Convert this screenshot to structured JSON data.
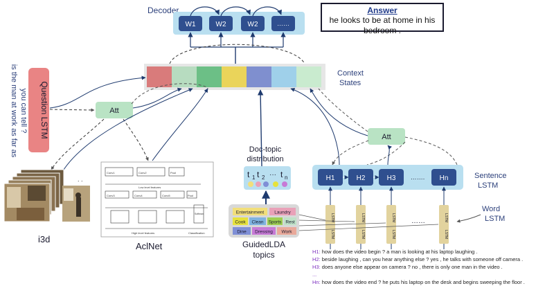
{
  "answer": {
    "title": "Answer",
    "text": "he looks to be at home in his bedroom ."
  },
  "decoder": {
    "label": "Decoder",
    "words": [
      "W1",
      "W2",
      "W2",
      "……"
    ]
  },
  "context_states": {
    "label_line1": "Context",
    "label_line2": "States"
  },
  "question_lstm": {
    "label": "Question LSTM",
    "question_line1": "is the man at work as far as",
    "question_line2": "you can tell ?"
  },
  "att_left": "Att",
  "att_right": "Att",
  "doc_topic": {
    "label_line1": "Doc-topic",
    "label_line2": "distribution",
    "t1": "t",
    "t1_sub": "1",
    "t2": "t",
    "t2_sub": "2",
    "dots": "···",
    "tn": "t",
    "tn_sub": "n"
  },
  "sentence_lstm": {
    "label_line1": "Sentence",
    "label_line2": "LSTM",
    "units": [
      "H1",
      "H2",
      "H3",
      "…….",
      "Hn"
    ]
  },
  "word_lstm": {
    "label_line1": "Word",
    "label_line2": "LSTM",
    "cell_text": "LSTM",
    "dots": "……"
  },
  "topics": {
    "label_line1": "GuidedLDA",
    "label_line2": "topics",
    "chips": [
      {
        "label": "Entertainment",
        "color": "#f2df7a"
      },
      {
        "label": "Laundry",
        "color": "#e9a1b8"
      },
      {
        "label": "Cook",
        "color": "#e6e23c"
      },
      {
        "label": "Clean",
        "color": "#7fb3e0"
      },
      {
        "label": "Sports",
        "color": "#9ecf52"
      },
      {
        "label": "Rest",
        "color": "#bfe2c8"
      },
      {
        "label": "Dine",
        "color": "#7f8fd6"
      },
      {
        "label": "Dressing",
        "color": "#c77ad6"
      },
      {
        "label": "Work",
        "color": "#e9a99a"
      }
    ]
  },
  "i3d": {
    "label": "i3d"
  },
  "aclnet": {
    "label": "AclNet",
    "low_level": "Low level features",
    "high_level": "High level features",
    "classification": "Classification",
    "labels": [
      "Conv1",
      "Conv2",
      "Pool",
      "Conv3",
      "Conv4",
      "Conv5",
      "Pool",
      "Softmax"
    ]
  },
  "dialog": [
    {
      "key": "H1:",
      "text": "how does the video begin ? a man is looking at his laptop laughing ."
    },
    {
      "key": "H2:",
      "text": "beside laughing , can you hear anything else ? yes , he talks with someone off camera ."
    },
    {
      "key": "H3:",
      "text": "does anyone else appear on camera ? no , there is only one man in the video ."
    },
    {
      "key": "...",
      "text": ""
    },
    {
      "key": "Hn:",
      "text": "how does the video end ? he puts his laptop on the desk and begins sweeping the floor ."
    }
  ],
  "colors": {
    "context": [
      "#d97b7b",
      "#b7dcc0",
      "#6cbf86",
      "#ead45a",
      "#7f8fcf",
      "#9fd0ea",
      "#c9ebcf"
    ],
    "decoder_bg": "#b9dff0",
    "decoder_unit": "#2f4f8f",
    "question_bg": "#e98484",
    "att_bg": "#b9e3c4",
    "lstm_cell": "#e2d39e"
  }
}
